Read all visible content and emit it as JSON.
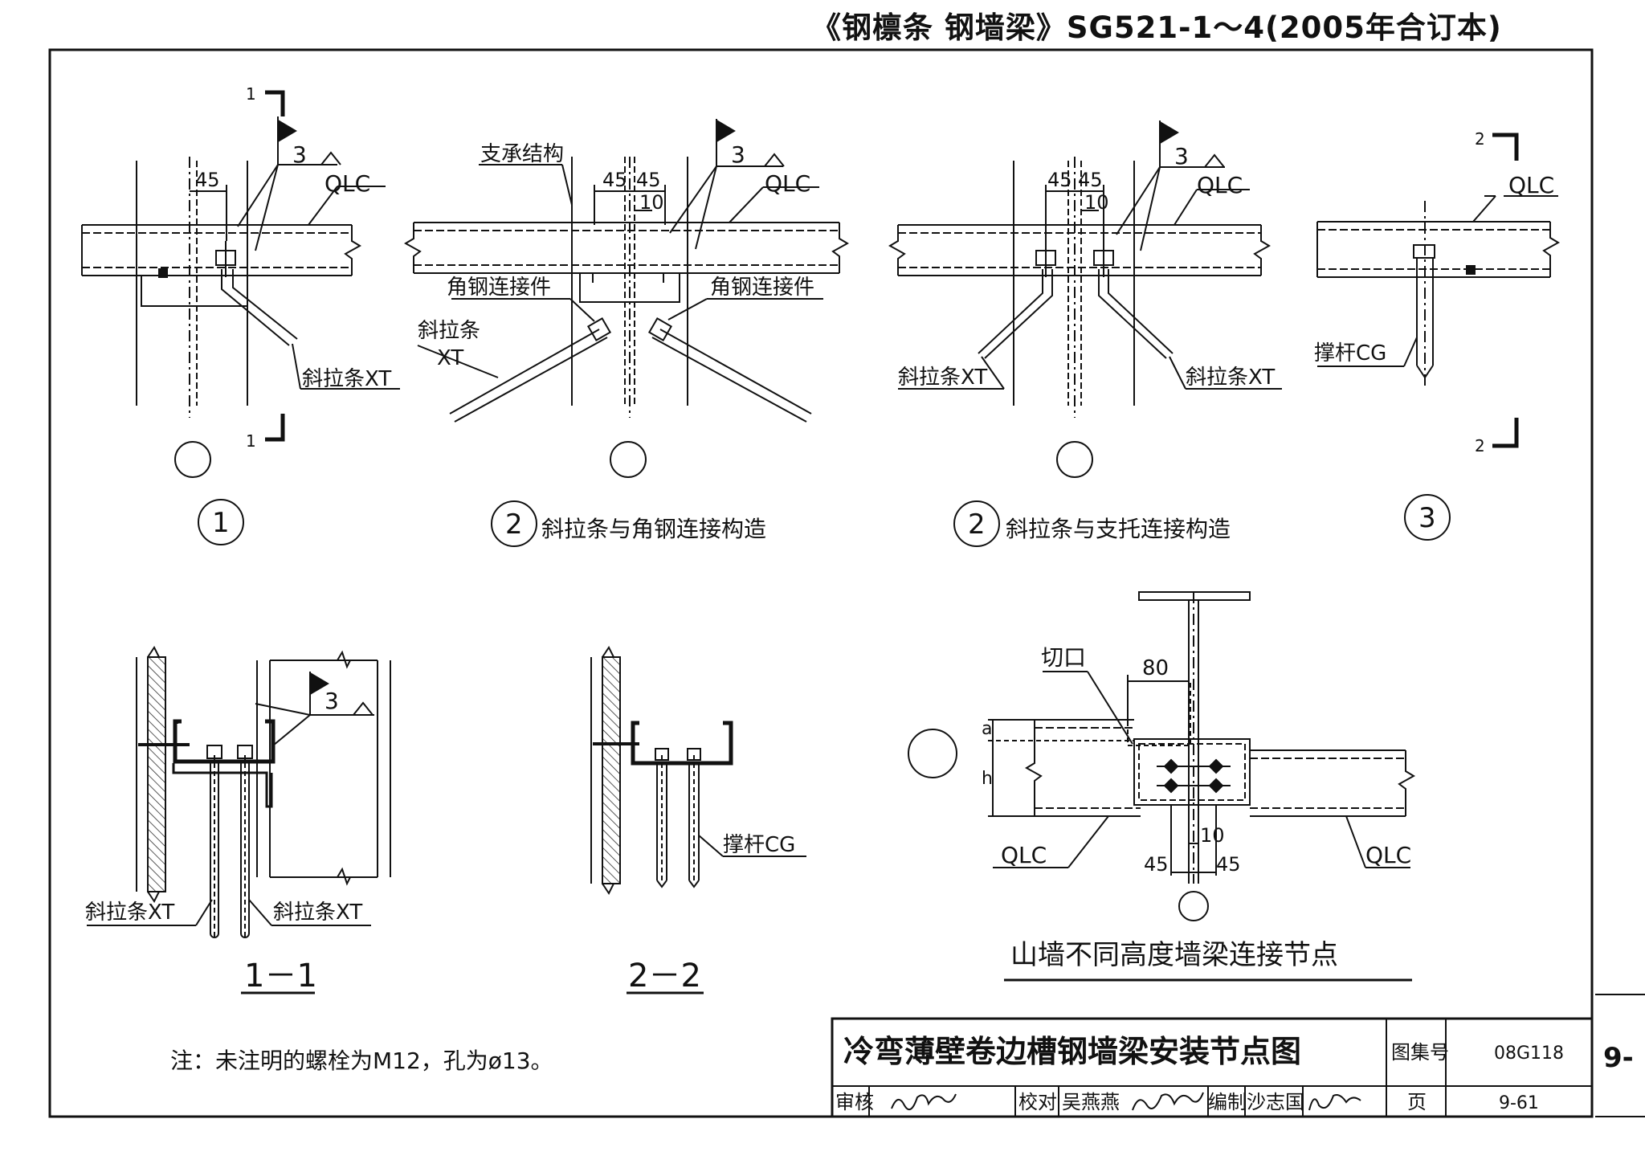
{
  "header": {
    "book_title": "《钢檩条 钢墙梁》SG521-1～4(2005年合订本)"
  },
  "details": {
    "d1": {
      "circle_label": "1",
      "section_mark": "1",
      "weld_size": "3",
      "beam_label": "QLC",
      "dim_offset": "45",
      "rod_label": "斜拉条XT"
    },
    "d2a": {
      "circle_label": "2",
      "caption": "斜拉条与角钢连接构造",
      "support_label": "支承结构",
      "weld_size": "3",
      "beam_label": "QLC",
      "dim_left": "45",
      "dim_right": "45",
      "dim_gap": "10",
      "angle_left": "角钢连接件",
      "angle_right": "角钢连接件",
      "rod_label_1": "斜拉条",
      "rod_label_2": "XT"
    },
    "d2b": {
      "circle_label": "2",
      "caption": "斜拉条与支托连接构造",
      "weld_size": "3",
      "beam_label": "QLC",
      "dim_left": "45",
      "dim_right": "45",
      "dim_gap": "10",
      "rod_left": "斜拉条XT",
      "rod_right": "斜拉条XT"
    },
    "d3": {
      "circle_label": "3",
      "section_mark": "2",
      "beam_label": "QLC",
      "strut_label": "撑杆CG"
    }
  },
  "sections": {
    "s11": {
      "title": "1－1",
      "weld_size": "3",
      "rod_left": "斜拉条XT",
      "rod_right": "斜拉条XT"
    },
    "s22": {
      "title": "2－2",
      "strut_label": "撑杆CG"
    }
  },
  "gable_joint": {
    "title": "山墙不同高度墙梁连接节点",
    "cut_label": "切口",
    "dim_80": "80",
    "dim_a": "a",
    "dim_h": "h",
    "beam_left": "QLC",
    "beam_right": "QLC",
    "dim_gap": "10",
    "dim_left": "45",
    "dim_right": "45"
  },
  "note": "注：未注明的螺栓为M12，孔为ø13。",
  "title_block": {
    "drawing_title": "冷弯薄壁卷边槽钢墙梁安装节点图",
    "atlas_label": "图集号",
    "atlas_no": "08G118",
    "page_label": "页",
    "page_no": "9-61",
    "edge_page": "9-",
    "review_label": "审核",
    "check_label": "校对",
    "checker_name": "吴燕燕",
    "draw_label": "编制",
    "drafter_name": "沙志国"
  }
}
